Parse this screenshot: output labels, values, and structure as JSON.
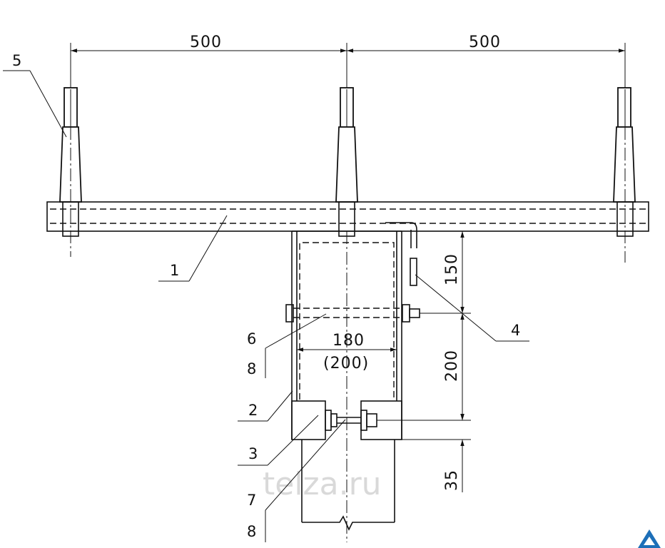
{
  "dimensions": {
    "span_left": "500",
    "span_right": "500",
    "width_main": "180",
    "width_alt": "(200)",
    "vert_upper": "150",
    "vert_middle": "200",
    "vert_lower": "35"
  },
  "callouts": {
    "insulator": "5",
    "crossarm": "1",
    "hook": "4",
    "bolt_upper": "6",
    "bolt_upper_sub": "8",
    "bracket": "2",
    "clamp": "3",
    "bolt_lower": "7",
    "bolt_lower_sub": "8"
  },
  "watermark": "telza.ru"
}
